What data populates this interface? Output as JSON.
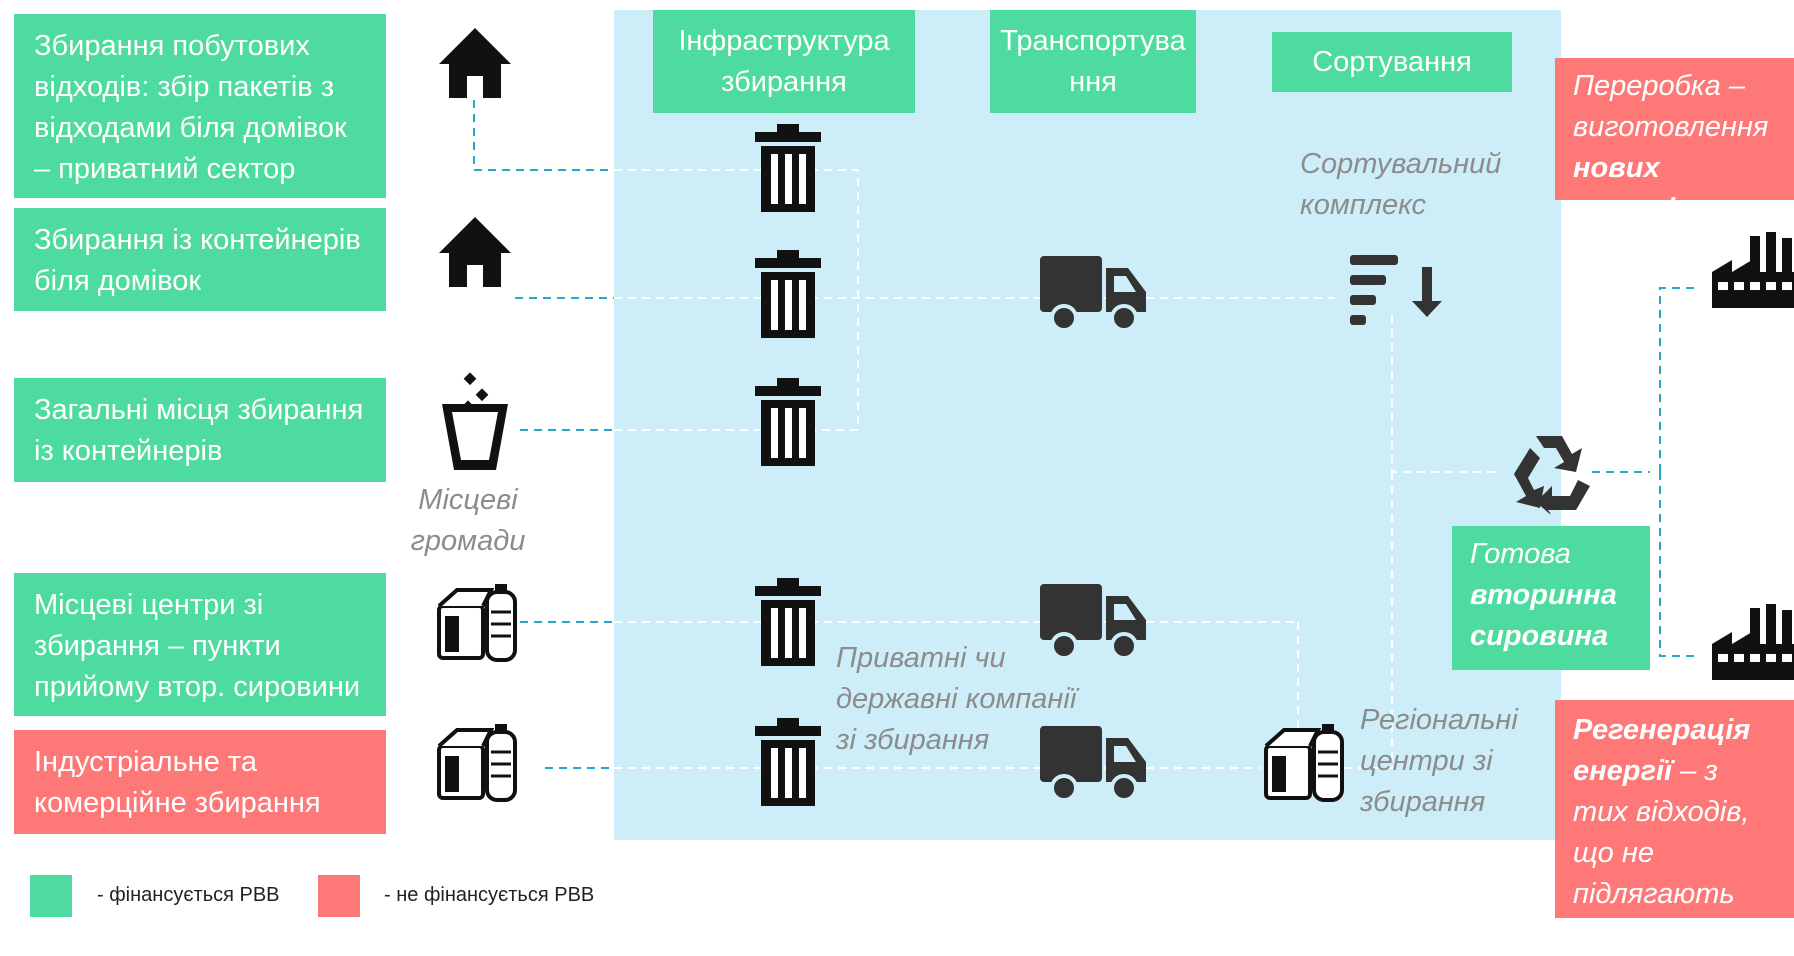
{
  "colors": {
    "funded": "#4edba0",
    "not_funded": "#fe7878",
    "zone": "#cdeef8",
    "icon": "#111111",
    "truck": "#333333",
    "connector": "#2aa6c8"
  },
  "left_boxes": [
    {
      "text": "Збирання побутових відходів: збір пакетів  з відходами біля домівок – приватний сектор"
    },
    {
      "text": "Збирання із контейнерів біля домівок"
    },
    {
      "text": "Загальні місця збирання із контейнерів"
    },
    {
      "text": "Місцеві центри зі збирання – пункти прийому втор. сировини"
    },
    {
      "text": "Індустріальне та комерційне збирання"
    }
  ],
  "headers": {
    "infrastructure": "Інфраструктура збирання",
    "transport": "Транспортування",
    "sorting": "Сортування"
  },
  "labels": {
    "local_communities": "Місцеві громади",
    "sorting_complex": "Сортувальний комплекс",
    "companies": "Приватні чи державні компанії зі збирання",
    "regional_centers": "Регіональні центри зі збирання"
  },
  "right": {
    "recycling_line1": "Переробка –",
    "recycling_line2": "виготовлення",
    "recycling_bold": "нових товарів",
    "ready_line1": "Готова",
    "ready_bold1": "вторинна",
    "ready_bold2": "сировина",
    "energy_bold": "Регенерація енергії",
    "energy_rest": " – з тих відходів, що не підлягають переробці"
  },
  "legend": {
    "funded": "- фінансується РВВ",
    "not_funded": "- не фінансується РВВ"
  },
  "icons": [
    "house-icon",
    "trash-can-icon",
    "truck-icon",
    "sort-icon",
    "recycle-icon",
    "factory-icon",
    "recyclables-icon",
    "bin-drop-icon"
  ]
}
